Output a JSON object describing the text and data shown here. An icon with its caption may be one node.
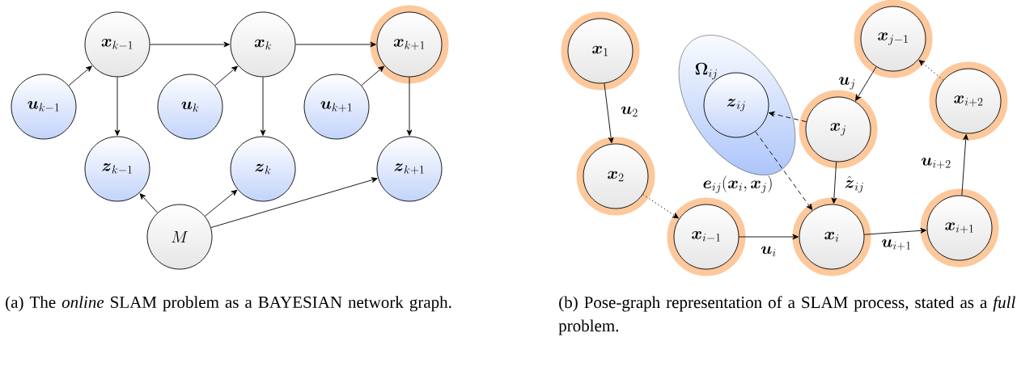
{
  "diagram": {
    "nodes": [
      {
        "text": [
          "\\boldsymbol{x}_{k-1}"
        ]
      },
      {
        "text": [
          "\\boldsymbol{x}_{k}"
        ]
      },
      {
        "text": [
          "\\boldsymbol{x}_{k+1}"
        ]
      },
      {
        "text": [
          "\\boldsymbol{u}_{k-1}"
        ]
      },
      {
        "text": [
          "\\boldsymbol{u}_{k}"
        ]
      },
      {
        "text": [
          "\\boldsymbol{u}_{k+1}"
        ]
      },
      {
        "text": [
          "\\boldsymbol{z}_{k-1}"
        ]
      },
      {
        "text": [
          "\\boldsymbol{z}_{k}"
        ]
      },
      {
        "text": [
          "\\boldsymbol{z}_{k+1}"
        ]
      },
      {
        "text": [
          "M"
        ]
      },
      {
        "text": [
          "\\boldsymbol{x}_{1}"
        ]
      },
      {
        "text": [
          "\\boldsymbol{\\Omega}_{ij}"
        ]
      },
      {
        "text": [
          "\\boldsymbol{z}_{ij}"
        ],
        "in": 11
      },
      {
        "text": [
          "\\boldsymbol{x}_{j-1}"
        ]
      },
      {
        "text": [
          "\\boldsymbol{x}_{j}"
        ]
      },
      {
        "text": [
          "\\boldsymbol{x}_{i+2}"
        ]
      },
      {
        "text": [
          "\\boldsymbol{x}_{2}"
        ]
      },
      {
        "text": [
          "\\boldsymbol{x}_{i-1}"
        ]
      },
      {
        "text": [
          "\\boldsymbol{x}_{i}"
        ]
      },
      {
        "text": [
          "\\boldsymbol{x}_{i+1}"
        ]
      }
    ],
    "edges": [
      {
        "from": 0,
        "to": 1,
        "arrow": "to"
      },
      {
        "from": 1,
        "to": 2,
        "arrow": "to"
      },
      {
        "from": 3,
        "to": 0,
        "arrow": "to"
      },
      {
        "from": 4,
        "to": 1,
        "arrow": "to"
      },
      {
        "from": 5,
        "to": 2,
        "arrow": "to"
      },
      {
        "from": 0,
        "to": 6,
        "arrow": "to"
      },
      {
        "from": 1,
        "to": 7,
        "arrow": "to"
      },
      {
        "from": 2,
        "to": 8,
        "arrow": "to"
      },
      {
        "from": 9,
        "to": 6,
        "arrow": "to"
      },
      {
        "from": 9,
        "to": 7,
        "arrow": "to"
      },
      {
        "from": 9,
        "to": 8,
        "arrow": "to"
      },
      {
        "from": 10,
        "to": 16,
        "arrow": "to",
        "label": "\\boldsymbol{u}_{2}"
      },
      {
        "from": 16,
        "to": 17,
        "arrow": "to",
        "style": "dashed"
      },
      {
        "from": 17,
        "to": 18,
        "arrow": "to",
        "label": "\\boldsymbol{u}_{i}"
      },
      {
        "from": 18,
        "to": 19,
        "arrow": "to",
        "label": "\\boldsymbol{u}_{i+1}"
      },
      {
        "from": 19,
        "to": 15,
        "arrow": "to",
        "label": "\\boldsymbol{u}_{i+2}"
      },
      {
        "from": 15,
        "to": 13,
        "arrow": "to",
        "style": "dashed"
      },
      {
        "from": 13,
        "to": 14,
        "arrow": "to",
        "label": "\\boldsymbol{u}_{j}"
      },
      {
        "from": 14,
        "to": 18,
        "arrow": "to",
        "label": "\\hat{\\boldsymbol{z}}_{ij}"
      },
      {
        "from": 14,
        "to": 12,
        "arrow": "to",
        "style": "dashed"
      },
      {
        "from": 12,
        "to": 18,
        "arrow": "to",
        "style": "dashed",
        "label": "\\boldsymbol{e}_{ij}(\\boldsymbol{x}_{i},\\boldsymbol{x}_{j})"
      }
    ],
    "labels": [
      "(a) The *online* SLAM problem as a BAYESIAN network graph.",
      "(b) Pose-graph representation of a SLAM process, stated as a *full* problem."
    ]
  }
}
